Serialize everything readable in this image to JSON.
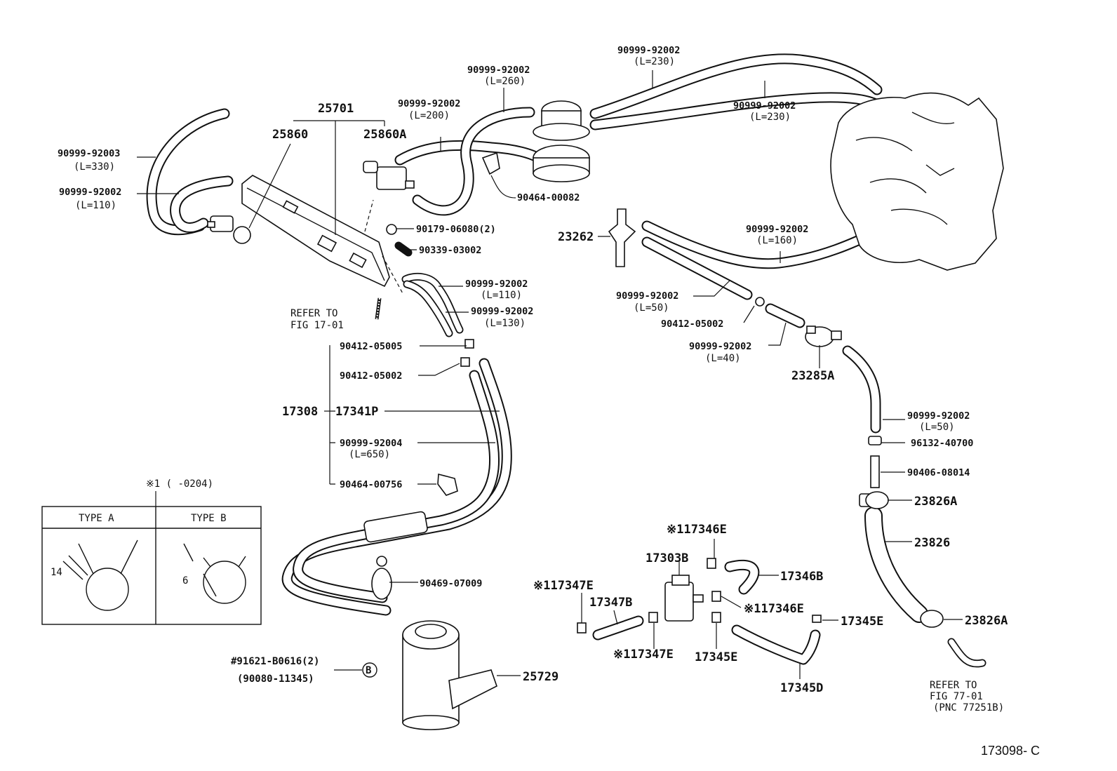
{
  "figure_code": "173098- C",
  "labels": {
    "l_92003_330": {
      "part": "90999-92003",
      "len": "(L=330)"
    },
    "l_92002_110a": {
      "part": "90999-92002",
      "len": "(L=110)"
    },
    "l_25701": "25701",
    "l_25860": "25860",
    "l_25860a": "25860A",
    "l_92002_200": {
      "part": "90999-92002",
      "len": "(L=200)"
    },
    "l_92002_260": {
      "part": "90999-92002",
      "len": "(L=260)"
    },
    "l_92002_230a": {
      "part": "90999-92002",
      "len": "(L=230)"
    },
    "l_92002_230b": {
      "part": "90999-92002",
      "len": "(L=230)"
    },
    "l_90464_00082": "90464-00082",
    "l_90179": "90179-06080(2)",
    "l_90339": "90339-03002",
    "l_92002_110b": {
      "part": "90999-92002",
      "len": "(L=110)"
    },
    "l_92002_130": {
      "part": "90999-92002",
      "len": "(L=130)"
    },
    "l_refer1701": {
      "line1": "REFER TO",
      "line2": "FIG 17-01"
    },
    "l_23262": "23262",
    "l_92002_160": {
      "part": "90999-92002",
      "len": "(L=160)"
    },
    "l_92002_50a": {
      "part": "90999-92002",
      "len": "(L=50)"
    },
    "l_90412_05002r": "90412-05002",
    "l_92002_40": {
      "part": "90999-92002",
      "len": "(L=40)"
    },
    "l_23285a": "23285A",
    "l_90412_05005": "90412-05005",
    "l_90412_05002l": "90412-05002",
    "l_17308": "17308",
    "l_17341p": "17341P",
    "l_92004_650": {
      "part": "90999-92004",
      "len": "(L=650)"
    },
    "l_90464_00756": "90464-00756",
    "l_92002_50b": {
      "part": "90999-92002",
      "len": "(L=50)"
    },
    "l_96132": "96132-40700",
    "l_90406": "90406-08014",
    "l_23826a_top": "23826A",
    "l_23826": "23826",
    "l_23826a_bot": "23826A",
    "l_refer7701": {
      "line1": "REFER TO",
      "line2": "FIG 77-01",
      "line3": "(PNC 77251B)"
    },
    "l_note1": "※1 (     -0204)",
    "l_90469": "90469-07009",
    "l_17346e_top": "※117346E",
    "l_17303b": "17303B",
    "l_17346b": "17346B",
    "l_17347e_top": "※117347E",
    "l_17347b": "17347B",
    "l_17346e_mid": "※117346E",
    "l_17345e_right": "17345E",
    "l_17347e_bot": "※117347E",
    "l_17345e_bot": "17345E",
    "l_17345d": "17345D",
    "l_91621": "#91621-B0616(2)",
    "l_90080": "(90080-11345)",
    "l_circle_b": "B",
    "l_25729": "25729"
  },
  "inset": {
    "type_a": "TYPE  A",
    "type_b": "TYPE  B",
    "dim_a": "14",
    "dim_b": "6"
  }
}
